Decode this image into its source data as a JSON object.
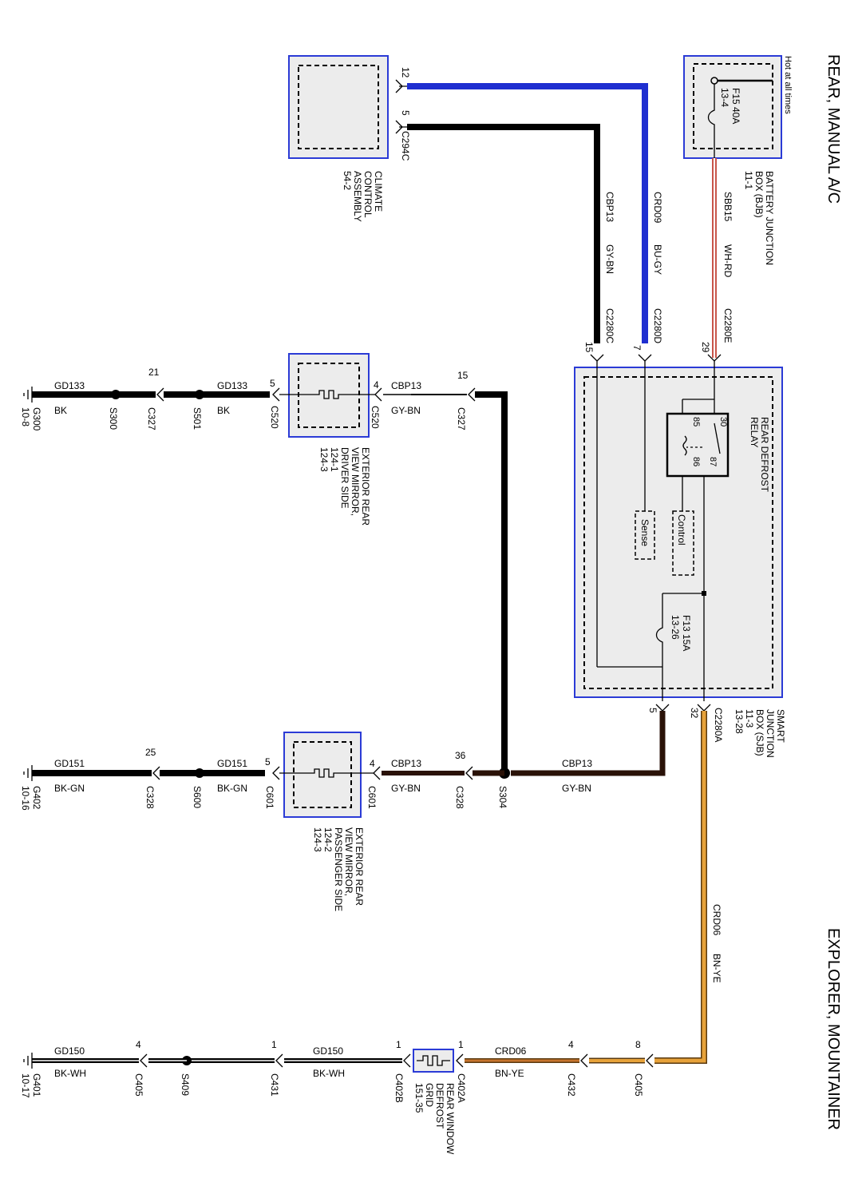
{
  "titles": {
    "left": "REAR, MANUAL A/C",
    "right": "EXPLORER, MOUNTAINER"
  },
  "colors": {
    "blue_wire": "#1f2fd0",
    "black_wire": "#000000",
    "brown_wire": "#2a1208",
    "orange_wire": "#e7a23a",
    "wh_rd_wire": "#c8554a",
    "box_border": "#2b3bd6"
  },
  "components": {
    "bjb": {
      "hot": "Hot at all times",
      "fuse": "F15  40A",
      "fuse_ref": "13-4",
      "name_lines": [
        "BATTERY JUNCTION",
        "BOX (BJB)",
        "11-1"
      ]
    },
    "climate": {
      "name_lines": [
        "CLIMATE",
        "CONTROL",
        "ASSEMBLY",
        "54-2"
      ],
      "pin12": "12",
      "pin5": "5",
      "connector": "C294C"
    },
    "sjb": {
      "name_lines": [
        "SMART",
        "JUNCTION",
        "BOX (SJB)",
        "11-3",
        "13-28"
      ],
      "relay_lines": [
        "REAR DEFROST",
        "RELAY"
      ],
      "relay_pins": [
        "30",
        "85",
        "86",
        "87"
      ],
      "control": "Control",
      "sense": "Sense",
      "fuse": "F13  15A",
      "fuse_ref": "13-26",
      "pin29": "29",
      "pin7": "7",
      "pin15": "15",
      "pin5": "5",
      "pin32": "32",
      "c2280e": "C2280E",
      "c2280d": "C2280D",
      "c2280c": "C2280C",
      "c2280a": "C2280A"
    },
    "mirror_driver": {
      "name_lines": [
        "EXTERIOR REAR",
        "VIEW MIRROR,",
        "DRIVER SIDE",
        "124-1",
        "124-3"
      ]
    },
    "mirror_passenger": {
      "name_lines": [
        "EXTERIOR REAR",
        "VIEW MIRROR,",
        "PASSENGER SIDE",
        "124-2",
        "124-3"
      ]
    },
    "grid": {
      "name_lines": [
        "REAR WINDOW",
        "DEFROST",
        "GRID",
        "151-35"
      ]
    }
  },
  "wires": {
    "sbb15": "SBB15",
    "wh_rd": "WH-RD",
    "crd09": "CRD09",
    "bu_gy": "BU-GY",
    "cbp13": "CBP13",
    "gy_bn": "GY-BN",
    "crd06": "CRD06",
    "bn_ye": "BN-YE",
    "gd133": "GD133",
    "bk": "BK",
    "gd151": "GD151",
    "bk_gn": "BK-GN",
    "gd150": "GD150",
    "bk_wh": "BK-WH"
  },
  "row1": {
    "ground": "G300",
    "ground_ref": "10-8",
    "s300": "S300",
    "c327a": "C327",
    "pin21": "21",
    "s501": "S501",
    "pin5": "5",
    "c520a": "C520",
    "pin4": "4",
    "c520b": "C520",
    "pin15": "15",
    "c327b": "C327"
  },
  "row2": {
    "ground": "G402",
    "ground_ref": "10-16",
    "pin25": "25",
    "c328a": "C328",
    "s600": "S600",
    "pin5": "5",
    "c601a": "C601",
    "pin4": "4",
    "c601b": "C601",
    "pin36": "36",
    "c328b": "C328",
    "s304": "S304"
  },
  "row3": {
    "ground": "G401",
    "ground_ref": "10-17",
    "pin4a": "4",
    "c405a": "C405",
    "s409": "S409",
    "pin1a": "1",
    "c431": "C431",
    "pin1b": "1",
    "c402b": "C402B",
    "pin1c": "1",
    "c402a": "C402A",
    "pin4b": "4",
    "c432": "C432",
    "pin8": "8",
    "c405b": "C405"
  }
}
